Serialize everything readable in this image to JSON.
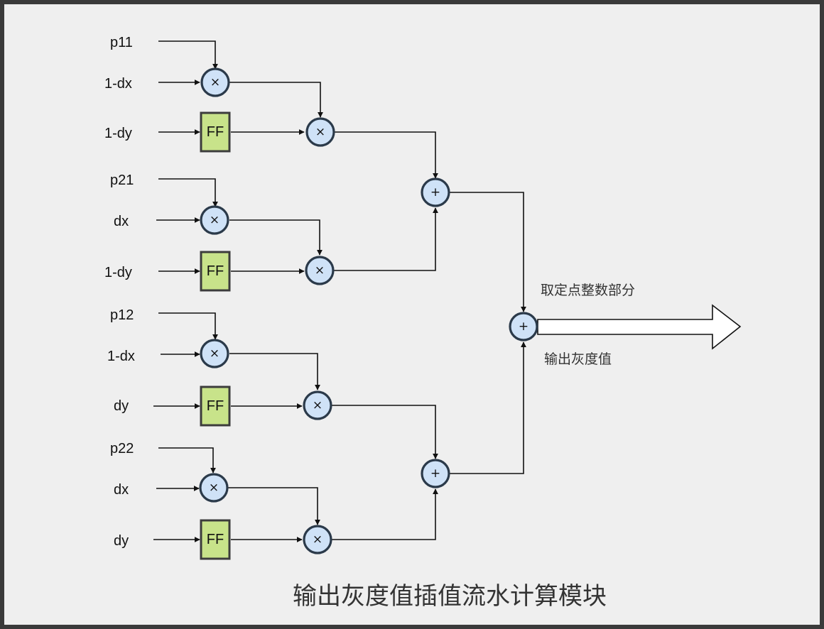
{
  "inputs": {
    "g1": {
      "p": "p11",
      "a": "1-dx",
      "b": "1-dy"
    },
    "g2": {
      "p": "p21",
      "a": "dx",
      "b": "1-dy"
    },
    "g3": {
      "p": "p12",
      "a": "1-dx",
      "b": "dy"
    },
    "g4": {
      "p": "p22",
      "a": "dx",
      "b": "dy"
    }
  },
  "ops": {
    "mul": "×",
    "add": "+",
    "ff": "FF"
  },
  "notes": {
    "top": "取定点整数部分",
    "bottom": "输出灰度值"
  },
  "title": "输出灰度值插值流水计算模块",
  "colors": {
    "multiplier": "#cfe2f7",
    "flipflop": "#c8e38a",
    "background": "#efefef"
  }
}
